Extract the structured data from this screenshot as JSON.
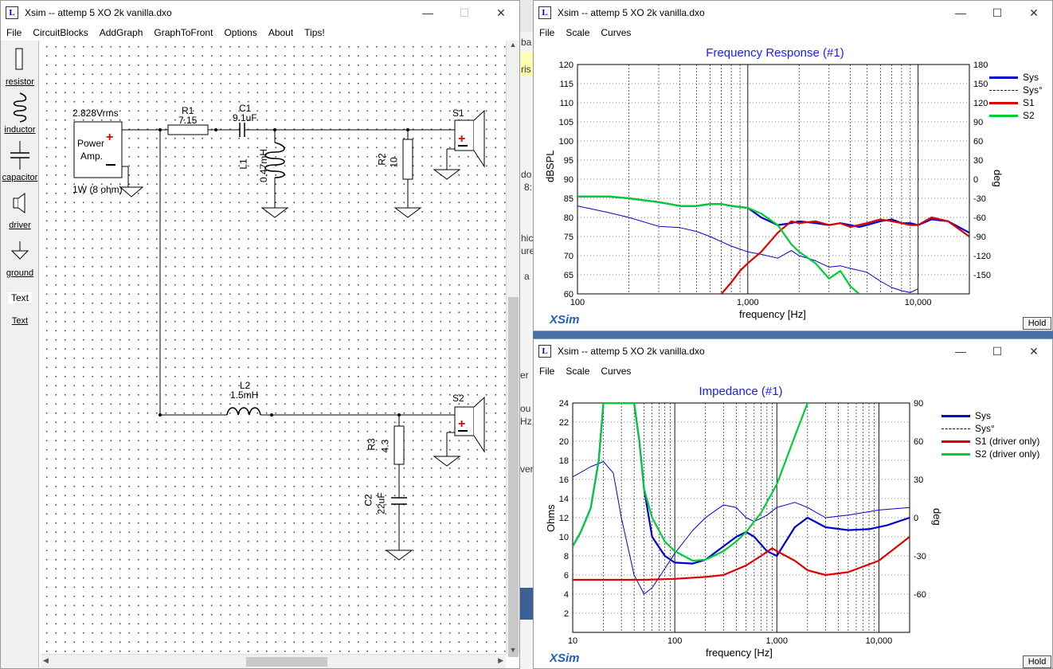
{
  "left_window": {
    "title": "Xsim -- attemp 5 XO 2k vanilla.dxo",
    "menu": [
      "File",
      "CircuitBlocks",
      "AddGraph",
      "GraphToFront",
      "Options",
      "About",
      "Tips!"
    ],
    "tools": [
      {
        "label": "resistor",
        "icon": "resistor-icon"
      },
      {
        "label": "inductor",
        "icon": "inductor-icon"
      },
      {
        "label": "capacitor",
        "icon": "capacitor-icon"
      },
      {
        "label": "driver",
        "icon": "driver-icon"
      },
      {
        "label": "ground",
        "icon": "ground-icon"
      },
      {
        "label": "Text",
        "icon": "text-icon"
      },
      {
        "label": "Text",
        "icon": "text-link"
      }
    ],
    "schematic": {
      "source_voltage": "2.828Vrms",
      "amp_label_1": "Power",
      "amp_label_2": "Amp.",
      "amp_power": "1W (8 ohm)",
      "r1_name": "R1",
      "r1_value": "7.15",
      "c1_name": "C1",
      "c1_value": "9.1uF",
      "l1_name": "L1",
      "l1_value": "0.47mH",
      "r2_name": "R2",
      "r2_value": "10",
      "s1_name": "S1",
      "l2_name": "L2",
      "l2_value": "1.5mH",
      "r3_name": "R3",
      "r3_value": "4.3",
      "c2_name": "C2",
      "c2_value": "22uF",
      "s2_name": "S2"
    }
  },
  "freq_window": {
    "title": "Xsim -- attemp 5 XO 2k vanilla.dxo",
    "menu": [
      "File",
      "Scale",
      "Curves"
    ],
    "graph_title": "Frequency Response (#1)",
    "ylabel": "dBSPL",
    "y2label": "deg",
    "xlabel": "frequency [Hz]",
    "logo": "XSim",
    "hold": "Hold",
    "legend": [
      {
        "name": "Sys",
        "color": "#0000cc",
        "style": "solid"
      },
      {
        "name": "Sys°",
        "color": "#0000cc",
        "style": "dashed"
      },
      {
        "name": "S1",
        "color": "#dd0000",
        "style": "solid"
      },
      {
        "name": "S2",
        "color": "#00cc33",
        "style": "solid"
      }
    ]
  },
  "imp_window": {
    "title": "Xsim -- attemp 5 XO 2k vanilla.dxo",
    "menu": [
      "File",
      "Scale",
      "Curves"
    ],
    "graph_title": "Impedance (#1)",
    "ylabel": "Ohms",
    "y2label": "deg",
    "xlabel": "frequency [Hz]",
    "logo": "XSim",
    "hold": "Hold",
    "legend": [
      {
        "name": "Sys",
        "color": "#0000cc",
        "style": "solid"
      },
      {
        "name": "Sys°",
        "color": "#000000",
        "style": "dashed"
      },
      {
        "name": "S1 (driver only)",
        "color": "#dd0000",
        "style": "solid"
      },
      {
        "name": "S2 (driver only)",
        "color": "#00cc33",
        "style": "solid"
      }
    ]
  },
  "chart_data": [
    {
      "type": "line",
      "title": "Frequency Response (#1)",
      "xlabel": "frequency [Hz]",
      "ylabel": "dBSPL",
      "y2label": "deg",
      "xscale": "log",
      "xlim": [
        100,
        20000
      ],
      "ylim": [
        60,
        120
      ],
      "y2lim": [
        -180,
        180
      ],
      "xticks": [
        "100",
        "1,000",
        "10,000"
      ],
      "yticks": [
        60,
        65,
        70,
        75,
        80,
        85,
        90,
        95,
        100,
        105,
        110,
        115,
        120
      ],
      "y2ticks": [
        -150,
        -120,
        -90,
        -60,
        -30,
        0,
        30,
        60,
        90,
        120,
        150,
        180
      ],
      "series": [
        {
          "name": "Sys",
          "axis": "left",
          "x": [
            100,
            150,
            200,
            300,
            400,
            500,
            600,
            700,
            800,
            1000,
            1200,
            1500,
            1800,
            2000,
            2500,
            3000,
            3500,
            4000,
            4500,
            5000,
            6000,
            7000,
            8000,
            9000,
            10000,
            12000,
            15000,
            20000
          ],
          "values": [
            85.5,
            85.5,
            85,
            84,
            83,
            83,
            83.5,
            83.5,
            83,
            82.5,
            80,
            78,
            78.5,
            79,
            78.5,
            78,
            78.5,
            78,
            77.5,
            78,
            79,
            79.5,
            78.5,
            78.5,
            78,
            79.5,
            79,
            76
          ]
        },
        {
          "name": "Sys°",
          "axis": "right",
          "x": [
            100,
            150,
            200,
            300,
            400,
            500,
            600,
            700,
            800,
            1000,
            1200,
            1500,
            1800,
            2000,
            2500,
            3000,
            3500,
            4000,
            5000,
            6000,
            7000,
            8000,
            9000,
            10000
          ],
          "values": [
            -42,
            -52,
            -60,
            -74,
            -76,
            -82,
            -90,
            -98,
            -105,
            -114,
            -118,
            -124,
            -112,
            -120,
            -128,
            -138,
            -136,
            -140,
            -146,
            -160,
            -170,
            -175,
            -178,
            -172
          ]
        },
        {
          "name": "S1",
          "axis": "left",
          "x": [
            700,
            800,
            900,
            1000,
            1200,
            1500,
            1800,
            2000,
            2500,
            3000,
            3500,
            4000,
            5000,
            6000,
            7000,
            8000,
            9000,
            10000,
            12000,
            15000,
            20000
          ],
          "values": [
            60,
            63,
            66,
            68,
            71,
            76,
            79,
            78.5,
            79,
            78,
            78.5,
            77.5,
            78.5,
            79.5,
            79,
            78.5,
            78,
            78,
            80,
            79,
            75
          ]
        },
        {
          "name": "S2",
          "axis": "left",
          "x": [
            100,
            150,
            200,
            300,
            400,
            500,
            600,
            700,
            800,
            1000,
            1200,
            1500,
            1800,
            2000,
            2500,
            3000,
            3500,
            4000,
            4500
          ],
          "values": [
            85.5,
            85.5,
            85,
            84,
            83,
            83,
            83.5,
            83.5,
            83,
            82.5,
            81,
            78,
            73,
            71,
            68,
            64,
            66,
            62,
            60
          ]
        }
      ]
    },
    {
      "type": "line",
      "title": "Impedance (#1)",
      "xlabel": "frequency [Hz]",
      "ylabel": "Ohms",
      "y2label": "deg",
      "xscale": "log",
      "xlim": [
        10,
        20000
      ],
      "ylim": [
        0,
        24
      ],
      "y2lim": [
        -90,
        90
      ],
      "xticks": [
        "10",
        "100",
        "1,000",
        "10,000"
      ],
      "yticks": [
        2,
        4,
        6,
        8,
        10,
        12,
        14,
        16,
        18,
        20,
        22,
        24
      ],
      "y2ticks": [
        -60,
        -30,
        0,
        30,
        60,
        90
      ],
      "series": [
        {
          "name": "Sys",
          "axis": "left",
          "x": [
            10,
            12,
            15,
            18,
            20,
            22,
            40,
            45,
            50,
            60,
            80,
            100,
            150,
            200,
            300,
            400,
            500,
            600,
            800,
            1000,
            1500,
            2000,
            3000,
            5000,
            8000,
            12000,
            20000
          ],
          "values": [
            9,
            10.5,
            13,
            18,
            24,
            24,
            24,
            20,
            15,
            10,
            8,
            7.3,
            7.2,
            7.6,
            9,
            10,
            10.5,
            10,
            8.5,
            8,
            11,
            12,
            11,
            10.7,
            10.8,
            11.2,
            12
          ]
        },
        {
          "name": "Sys°",
          "axis": "right",
          "x": [
            10,
            15,
            20,
            25,
            30,
            40,
            50,
            60,
            80,
            100,
            150,
            200,
            300,
            400,
            500,
            600,
            800,
            1000,
            1500,
            2000,
            3000,
            5000,
            10000,
            20000
          ],
          "values": [
            32,
            40,
            44,
            35,
            0,
            -45,
            -60,
            -55,
            -40,
            -28,
            -10,
            0,
            10,
            8,
            0,
            -3,
            2,
            8,
            12,
            8,
            0,
            2,
            6,
            8
          ]
        },
        {
          "name": "S1 (driver only)",
          "axis": "left",
          "x": [
            10,
            50,
            100,
            200,
            300,
            500,
            700,
            900,
            1000,
            1500,
            2000,
            3000,
            5000,
            10000,
            20000
          ],
          "values": [
            5.5,
            5.5,
            5.6,
            5.8,
            6,
            7,
            8,
            8.8,
            8.5,
            7.5,
            6.5,
            6,
            6.3,
            7.5,
            10
          ]
        },
        {
          "name": "S2 (driver only)",
          "axis": "left",
          "x": [
            10,
            12,
            15,
            18,
            20,
            22,
            40,
            45,
            50,
            60,
            80,
            100,
            150,
            200,
            300,
            400,
            500,
            700,
            1000,
            1500,
            2000
          ],
          "values": [
            9,
            10.5,
            13,
            18,
            24,
            24,
            24,
            20,
            15,
            12,
            9.5,
            8.5,
            7.5,
            7.6,
            8.5,
            9.5,
            10.5,
            12.5,
            15.5,
            20.5,
            24
          ]
        }
      ]
    }
  ],
  "background_fragments": [
    "ba",
    "ris",
    "do",
    "8:",
    "hic",
    "ure",
    "a",
    "er",
    "ou",
    "Hz.",
    "ver"
  ]
}
